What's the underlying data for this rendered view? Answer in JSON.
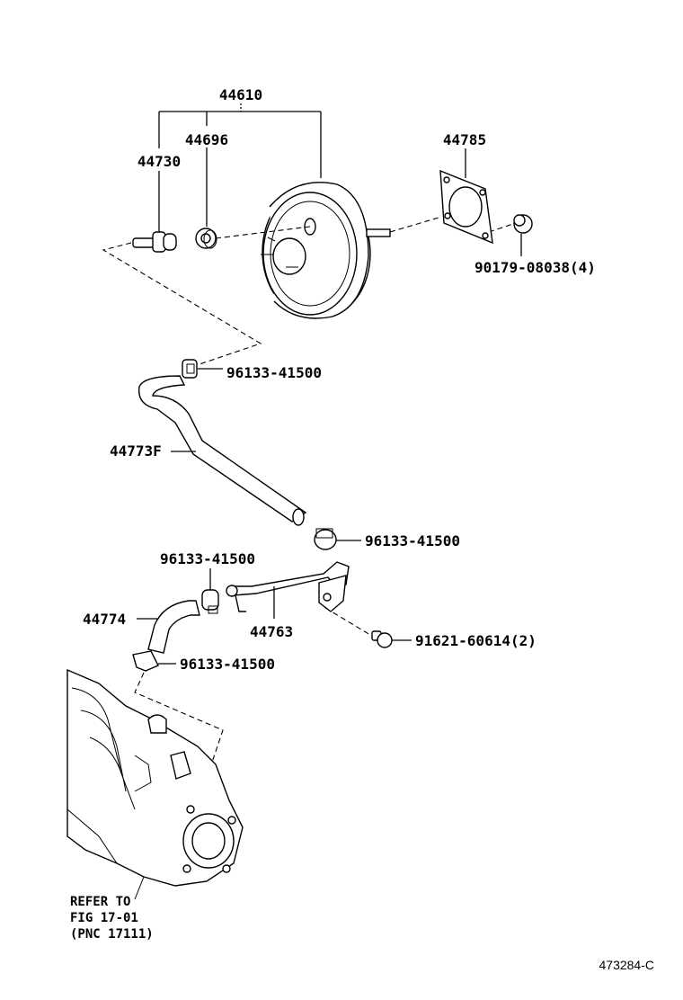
{
  "labels": {
    "booster_assembly": "44610",
    "check_valve": "44730",
    "grommet": "44696",
    "gasket": "44785",
    "nut": "90179-08038(4)",
    "clip_upper": "96133-41500",
    "hose_main": "44773F",
    "clip_mid": "96133-41500",
    "clip_left": "96133-41500",
    "hose_short": "44774",
    "pipe": "44763",
    "bolt": "91621-60614(2)",
    "clip_lower": "96133-41500"
  },
  "reference": {
    "line1": "REFER TO",
    "line2": "FIG 17-01",
    "line3": "(PNC 17111)"
  },
  "figure_id": "473284-C"
}
